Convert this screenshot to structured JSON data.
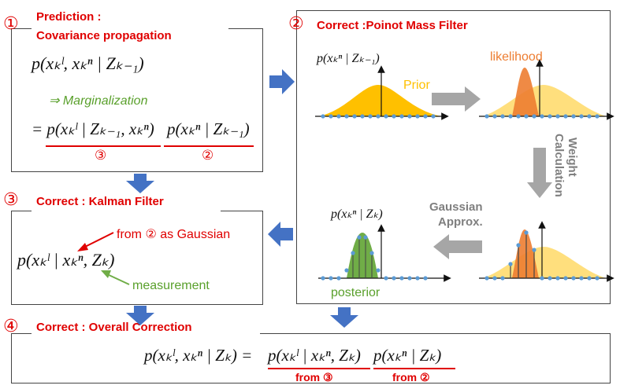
{
  "sections": {
    "prediction": {
      "num": "①",
      "title_line1": "Prediction :",
      "title_line2": "Covariance propagation"
    },
    "pmf": {
      "num": "②",
      "title": "Correct :Poinot Mass Filter"
    },
    "kalman": {
      "num": "③",
      "title": "Correct : Kalman Filter"
    },
    "overall": {
      "num": "④",
      "title": "Correct : Overall Correction"
    }
  },
  "prediction_eq": {
    "line1": "p(xₖˡ, xₖⁿ | Zₖ₋₁)",
    "marginalization": "⇒ Marginalization",
    "line2_a": "= p(xₖˡ | Zₖ₋₁, xₖⁿ)",
    "line2_b": "p(xₖⁿ | Zₖ₋₁)",
    "under_a": "③",
    "under_b": "②"
  },
  "pmf_labels": {
    "prior_formula": "p(xₖⁿ | Zₖ₋₁)",
    "prior": "Prior",
    "likelihood": "likelihood",
    "weight_line1": "Weight",
    "weight_line2": "Calculation",
    "gauss_line1": "Gaussian",
    "gauss_line2": "Approx.",
    "post_formula": "p(xₖⁿ | Zₖ)",
    "posterior": "posterior"
  },
  "kalman_eq": {
    "formula": "p(xₖˡ | xₖⁿ, Zₖ)",
    "from_label": "from ② as Gaussian",
    "measurement": "measurement"
  },
  "overall_eq": {
    "lhs": "p(xₖˡ, xₖⁿ | Zₖ) =",
    "term_a": "p(xₖˡ | xₖⁿ, Zₖ)",
    "term_b": "p(xₖⁿ | Zₖ)",
    "from_a": "from ③",
    "from_b": "from ②"
  },
  "colors": {
    "red": "#e00000",
    "green": "#70ad47",
    "prior": "#ffc000",
    "likelihood": "#ed7d31",
    "arrow_blue": "#4472c4",
    "arrow_grey": "#a6a6a6",
    "point": "#5b9bd5"
  }
}
